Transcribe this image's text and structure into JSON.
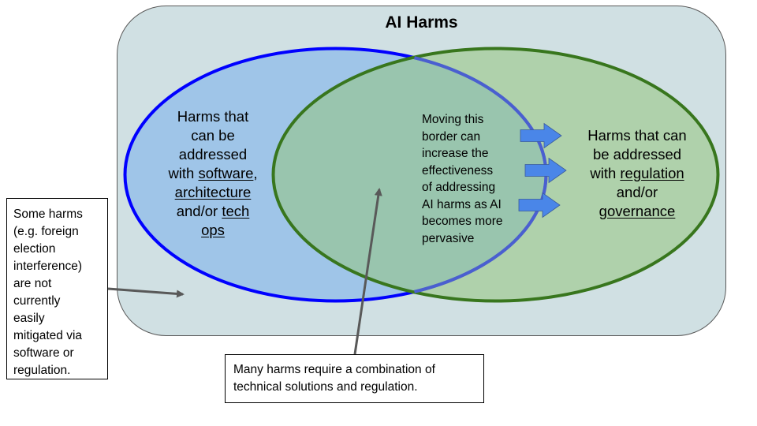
{
  "title": "AI Harms",
  "colors": {
    "container_fill": "#d0e0e3",
    "blue_fill": "#9fc5e8",
    "blue_stroke": "#0000ff",
    "green_fill": "#93c47d",
    "green_stroke": "#38761d",
    "shift_arrow_fill": "#4a86e8",
    "pointer_arrow": "#595959"
  },
  "left_circle": {
    "lines": [
      [
        {
          "text": "Harms that"
        }
      ],
      [
        {
          "text": "can be"
        }
      ],
      [
        {
          "text": "addressed"
        }
      ],
      [
        {
          "text": "with "
        },
        {
          "text": "software",
          "underline": true
        },
        {
          "text": ","
        }
      ],
      [
        {
          "text": "architecture",
          "underline": true
        }
      ],
      [
        {
          "text": "and/or "
        },
        {
          "text": "tech",
          "underline": true
        }
      ],
      [
        {
          "text": "ops",
          "underline": true
        }
      ]
    ]
  },
  "right_circle": {
    "lines": [
      [
        {
          "text": "Harms that can"
        }
      ],
      [
        {
          "text": "be addressed"
        }
      ],
      [
        {
          "text": "with "
        },
        {
          "text": "regulation",
          "underline": true
        }
      ],
      [
        {
          "text": "and/or"
        }
      ],
      [
        {
          "text": "governance",
          "underline": true
        }
      ]
    ]
  },
  "overlap_note": {
    "lines": [
      "Moving this",
      "border can",
      "increase the",
      "effectiveness",
      "of addressing",
      "AI harms as AI",
      "becomes more",
      "pervasive"
    ]
  },
  "shift_arrows": [
    {
      "name": "shift-arrow-top",
      "direction": "right"
    },
    {
      "name": "shift-arrow-middle",
      "direction": "right"
    },
    {
      "name": "shift-arrow-bottom",
      "direction": "right"
    }
  ],
  "callout_left": {
    "lines": [
      "Some harms",
      "(e.g. foreign",
      "election",
      "interference)",
      "are not",
      "currently",
      "easily",
      "mitigated via",
      "software or",
      "regulation."
    ]
  },
  "callout_bottom": {
    "lines": [
      "Many harms require a combination of",
      "technical solutions and regulation."
    ]
  }
}
